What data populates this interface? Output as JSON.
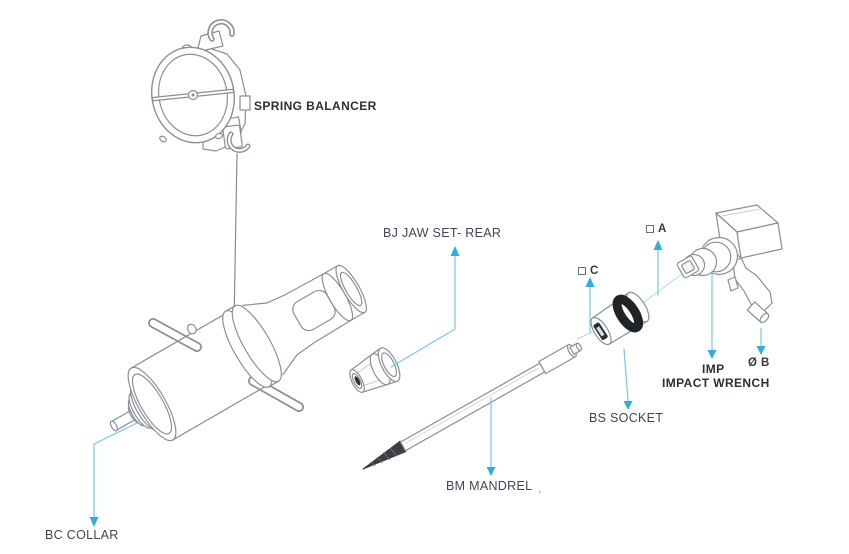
{
  "figure": {
    "parts": {
      "spring_balancer": {
        "label": "SPRING BALANCER"
      },
      "bj_jaw_set_rear": {
        "label": "BJ JAW SET- REAR"
      },
      "bc_collar": {
        "label": "BC COLLAR"
      },
      "bm_mandrel": {
        "label": "BM MANDREL"
      },
      "bs_socket": {
        "label": "BS SOCKET"
      },
      "impact_wrench": {
        "code": "IMP",
        "label": "IMPACT WRENCH"
      }
    },
    "callouts": {
      "a": "A",
      "b": "B",
      "c": "C",
      "diameter_symbol": "Ø"
    },
    "stray_mark": ",",
    "colors": {
      "background": "#ffffff",
      "line": "#8a8f97",
      "dark_fill": "#3a3d41",
      "leader": "#76c7e6",
      "arrow": "#2eaede",
      "label_text": "#3e4756",
      "label_text_bold": "#2c2f33"
    }
  }
}
